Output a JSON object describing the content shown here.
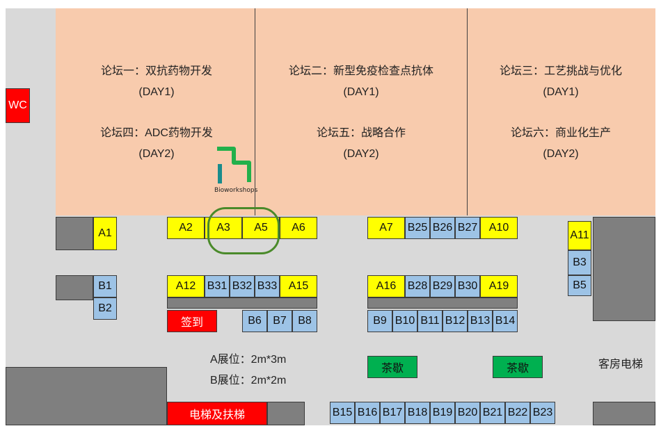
{
  "forums": [
    {
      "line1": "论坛一：双抗药物开发",
      "line2": "(DAY1)",
      "line3": "论坛四：ADC药物开发",
      "line4": "(DAY2)"
    },
    {
      "line1": "论坛二：新型免疫检查点抗体",
      "line2": "(DAY1)",
      "line3": "论坛五：战略合作",
      "line4": "(DAY2)"
    },
    {
      "line1": "论坛三：工艺挑战与优化",
      "line2": "(DAY1)",
      "line3": "论坛六：商业化生产",
      "line4": "(DAY2)"
    }
  ],
  "logo": {
    "text": "Bioworkshops"
  },
  "labels": {
    "wc": "WC",
    "checkin": "签到",
    "tea1": "茶歇",
    "tea2": "茶歇",
    "elevator": "电梯及扶梯",
    "hotel_elevator": "客房电梯",
    "legend_a": "A展位：2m*3m",
    "legend_b": "B展位：2m*2m"
  },
  "booths": {
    "A1": "A1",
    "A2": "A2",
    "A3": "A3",
    "A5": "A5",
    "A6": "A6",
    "A7": "A7",
    "A10": "A10",
    "A11": "A11",
    "A12": "A12",
    "A15": "A15",
    "A16": "A16",
    "A19": "A19",
    "B1": "B1",
    "B2": "B2",
    "B3": "B3",
    "B5": "B5",
    "B6": "B6",
    "B7": "B7",
    "B8": "B8",
    "B9": "B9",
    "B10": "B10",
    "B11": "B11",
    "B12": "B12",
    "B13": "B13",
    "B14": "B14",
    "B15": "B15",
    "B16": "B16",
    "B17": "B17",
    "B18": "B18",
    "B19": "B19",
    "B20": "B20",
    "B21": "B21",
    "B22": "B22",
    "B23": "B23",
    "B25": "B25",
    "B26": "B26",
    "B27": "B27",
    "B28": "B28",
    "B29": "B29",
    "B30": "B30",
    "B31": "B31",
    "B32": "B32",
    "B33": "B33"
  },
  "colors": {
    "a_booth": "#ffff00",
    "b_booth": "#9dc3e6",
    "forum_hall": "#f8cbad",
    "highlight": "#4a8a2a",
    "logo_green": "#22b04b",
    "logo_teal": "#1a8c8c"
  }
}
